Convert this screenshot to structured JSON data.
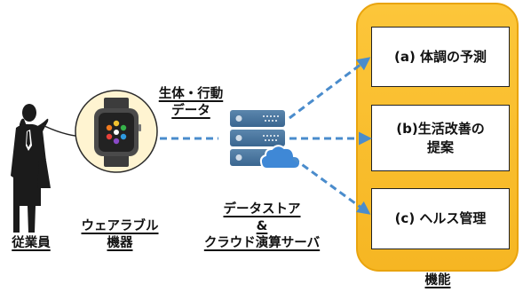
{
  "employee_label": "従業員",
  "wearable_label": [
    "ウェアラブル",
    "機器"
  ],
  "bio_data_label": [
    "生体・行動",
    "データ"
  ],
  "datastore_label": [
    "データストア",
    "&",
    "クラウド演算サーバ"
  ],
  "functions": [
    {
      "label": "(a) 体調の予測"
    },
    {
      "label": "(b)生活改善の\n提案"
    },
    {
      "label": "(c) ヘルス管理"
    }
  ],
  "functions_label": "機能",
  "colors": {
    "panel": "#f8bc2c",
    "arrow": "#4a8ccc",
    "server": "#3f6b95",
    "cloud": "#3f88d6"
  },
  "icons": [
    "businessman-silhouette",
    "smartwatch-icon",
    "server-stack-icon",
    "cloud-icon"
  ]
}
